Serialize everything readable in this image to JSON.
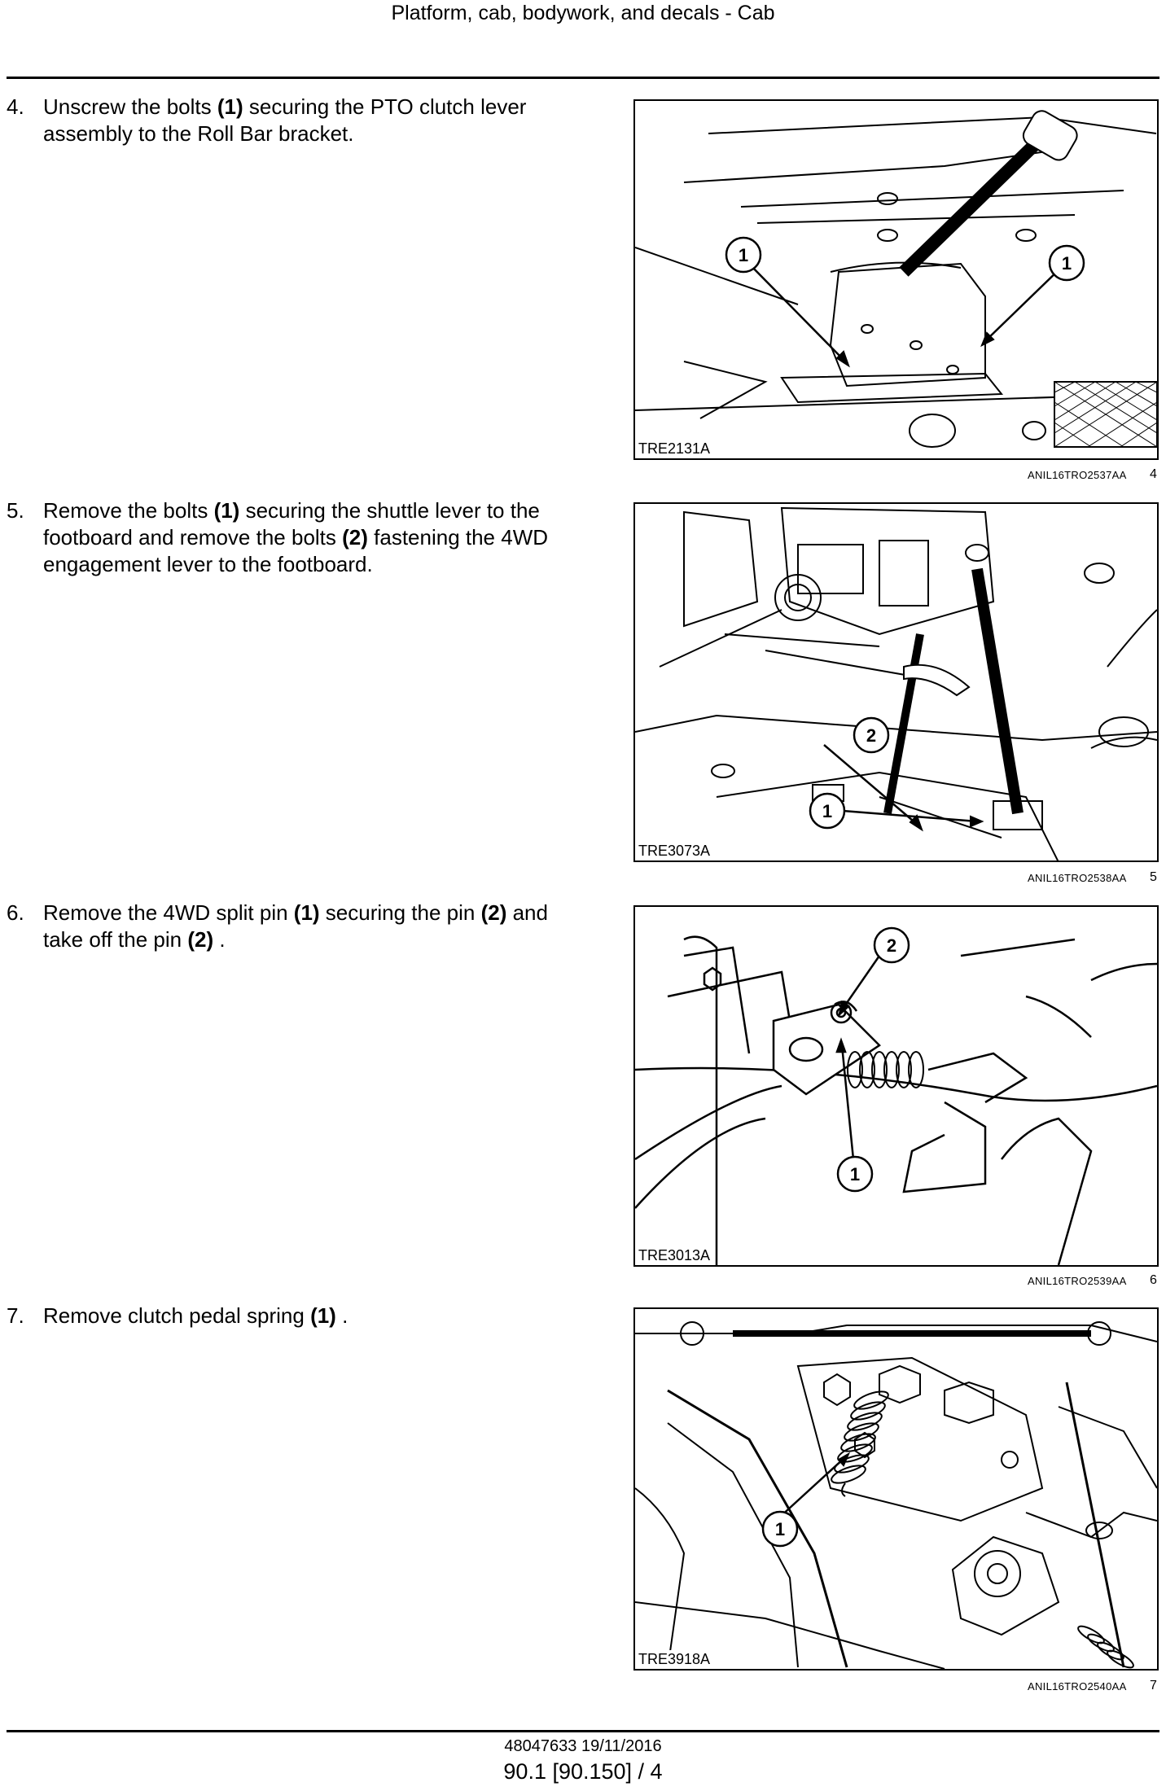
{
  "header": {
    "title": "Platform, cab, bodywork, and decals - Cab"
  },
  "steps": [
    {
      "number": "4.",
      "text_html": "Unscrew the bolts <b>(1)</b> securing the PTO clutch lever assembly to the Roll Bar bracket."
    },
    {
      "number": "5.",
      "text_html": "Remove the bolts <b>(1)</b> securing the shuttle lever to the footboard and remove the bolts <b>(2)</b> fastening the 4WD engagement lever to the footboard."
    },
    {
      "number": "6.",
      "text_html": "Remove the 4WD split pin <b>(1)</b> securing the pin <b>(2)</b> and take off the pin <b>(2)</b> ."
    },
    {
      "number": "7.",
      "text_html": "Remove clutch pedal spring <b>(1)</b> ."
    }
  ],
  "figures": [
    {
      "code": "TRE2131A",
      "ref": "ANIL16TRO2537AA",
      "number": "4",
      "callouts": [
        "1",
        "1"
      ]
    },
    {
      "code": "TRE3073A",
      "ref": "ANIL16TRO2538AA",
      "number": "5",
      "callouts": [
        "2",
        "1"
      ]
    },
    {
      "code": "TRE3013A",
      "ref": "ANIL16TRO2539AA",
      "number": "6",
      "callouts": [
        "2",
        "1"
      ]
    },
    {
      "code": "TRE3918A",
      "ref": "ANIL16TRO2540AA",
      "number": "7",
      "callouts": [
        "1"
      ]
    }
  ],
  "footer": {
    "doc": "48047633 19/11/2016",
    "page": "90.1 [90.150] / 4"
  }
}
